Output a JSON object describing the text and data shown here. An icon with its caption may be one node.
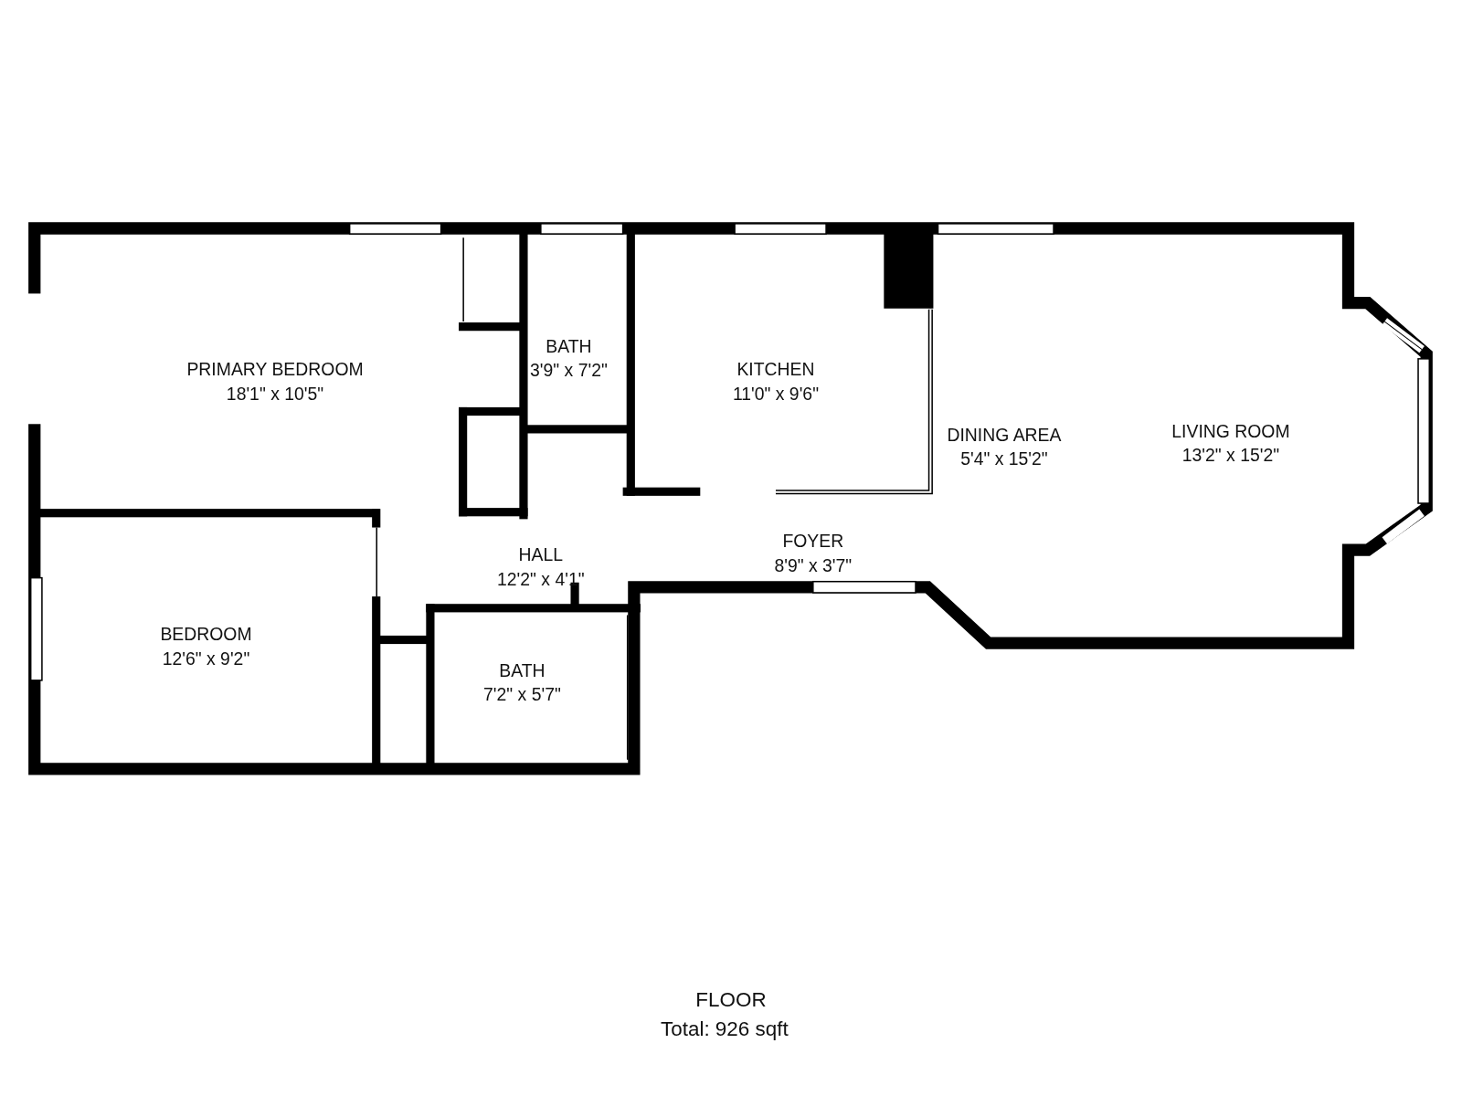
{
  "diagram": {
    "nodes": [
      {
        "text": [
          "PRIMARY BEDROOM",
          "18'1\" x 10'5\""
        ]
      },
      {
        "text": [
          "BATH",
          "3'9\" x 7'2\""
        ]
      },
      {
        "text": [
          "KITCHEN",
          "11'0\" x 9'6\""
        ]
      },
      {
        "text": [
          "DINING AREA",
          "5'4\" x 15'2\""
        ]
      },
      {
        "text": [
          "LIVING ROOM",
          "13'2\" x 15'2\""
        ]
      },
      {
        "text": [
          "HALL",
          "12'2\" x 4'1\""
        ]
      },
      {
        "text": [
          "FOYER",
          "8'9\" x 3'7\""
        ]
      },
      {
        "text": [
          "BEDROOM",
          "12'6\" x 9'2\""
        ]
      },
      {
        "text": [
          "BATH",
          "7'2\" x 5'7\""
        ]
      }
    ],
    "labels": [
      "FLOOR",
      "Total: 926 sqft"
    ]
  }
}
